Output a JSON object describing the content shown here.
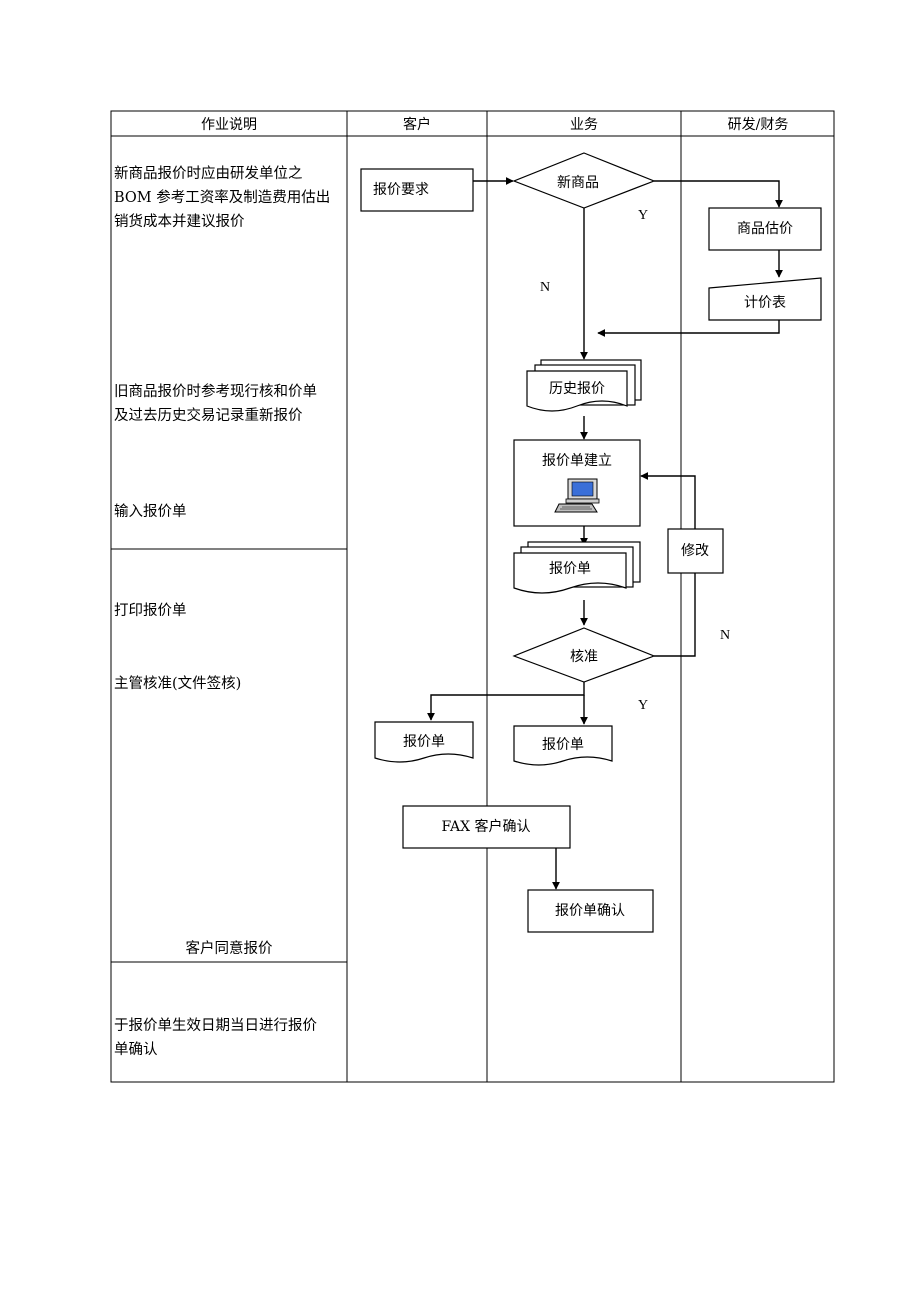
{
  "headers": {
    "description": "作业说明",
    "customer": "客户",
    "business": "业务",
    "rd_finance": "研发/财务"
  },
  "descriptions": {
    "new_product_line1": "新商品报价时应由研发单位之",
    "new_product_line2": "BOM 参考工资率及制造费用估出",
    "new_product_line3": "销货成本并建议报价",
    "old_product_line1": "旧商品报价时参考现行核和价单",
    "old_product_line2": "及过去历史交易记录重新报价",
    "input_quote": "输入报价单",
    "print_quote": "打印报价单",
    "manager_approval": "主管核准(文件签核)",
    "customer_agrees": "客户同意报价",
    "confirm_line1": "于报价单生效日期当日进行报价",
    "confirm_line2": "单确认"
  },
  "nodes": {
    "quote_request": "报价要求",
    "new_product": "新商品",
    "product_estimate": "商品估价",
    "pricing_table": "计价表",
    "history_quotes": "历史报价",
    "create_quote": "报价单建立",
    "quote_doc": "报价单",
    "revise": "修改",
    "approve": "核准",
    "customer_quote_copy": "报价单",
    "business_quote_copy": "报价单",
    "fax_confirm": "FAX 客户确认",
    "quote_confirm": "报价单确认"
  },
  "branch_labels": {
    "new_yes": "Y",
    "new_no": "N",
    "approve_no": "N",
    "approve_yes": "Y"
  },
  "colors": {
    "line": "#000000",
    "background": "#ffffff",
    "monitor_screen": "#3a6fd8"
  },
  "icons": {
    "computer": "computer-icon"
  }
}
